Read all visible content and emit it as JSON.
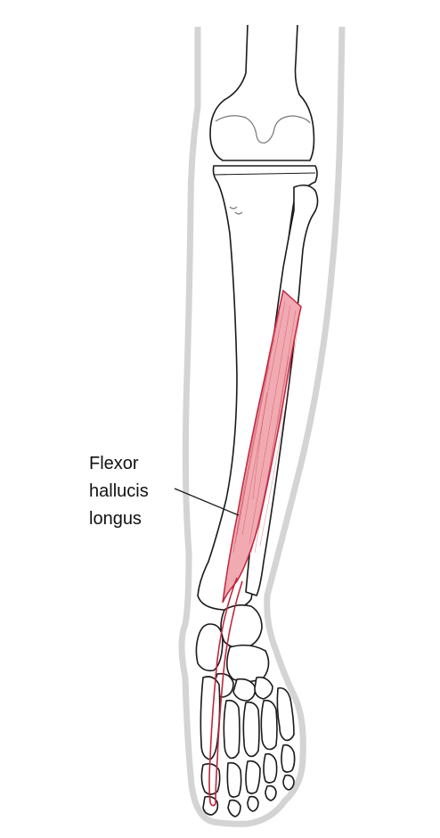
{
  "diagram": {
    "label": {
      "lines": [
        "Flexor",
        "hallucis",
        "longus"
      ]
    },
    "colors": {
      "muscle_fill": "#f1aab1",
      "muscle_stroke": "#c0263d",
      "skin_outline": "#d4d4d4",
      "bone_stroke": "#1a1a1a",
      "background": "#ffffff"
    }
  }
}
